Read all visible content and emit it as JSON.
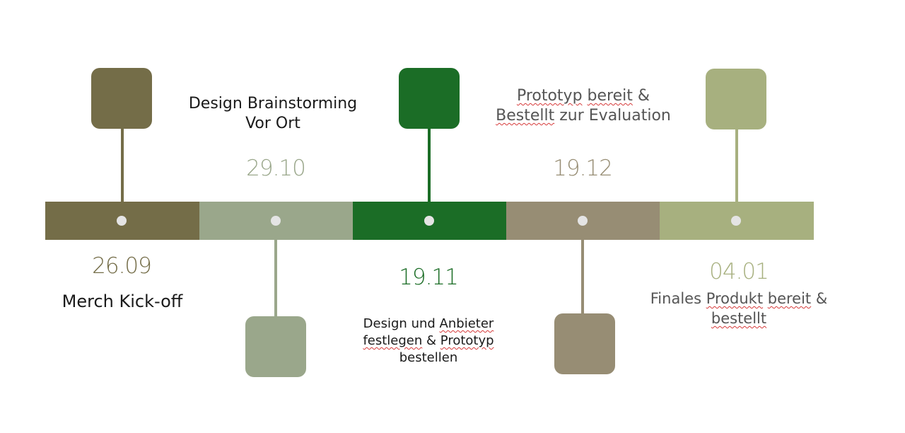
{
  "colors": {
    "olive_dark": "#746d48",
    "sage": "#9aa78b",
    "forest": "#1b6d26",
    "taupe": "#978d74",
    "olive_light": "#a7b07f",
    "dot": "#e4e4e4",
    "spellcheck": "#d63a3a"
  },
  "milestones": [
    {
      "date": "26.09",
      "label_lines": [
        "Merch Kick-off"
      ]
    },
    {
      "date": "29.10",
      "label_lines": [
        "Design Brainstorming",
        "Vor Ort"
      ]
    },
    {
      "date": "19.11",
      "label_lines": [
        "Design und Anbieter",
        "festlegen & Prototyp",
        "bestellen"
      ]
    },
    {
      "date": "19.12",
      "label_lines": [
        "Prototyp bereit &",
        "Bestellt zur Evaluation"
      ]
    },
    {
      "date": "04.01",
      "label_lines": [
        "Finales Produkt bereit &",
        "bestellt"
      ]
    }
  ]
}
